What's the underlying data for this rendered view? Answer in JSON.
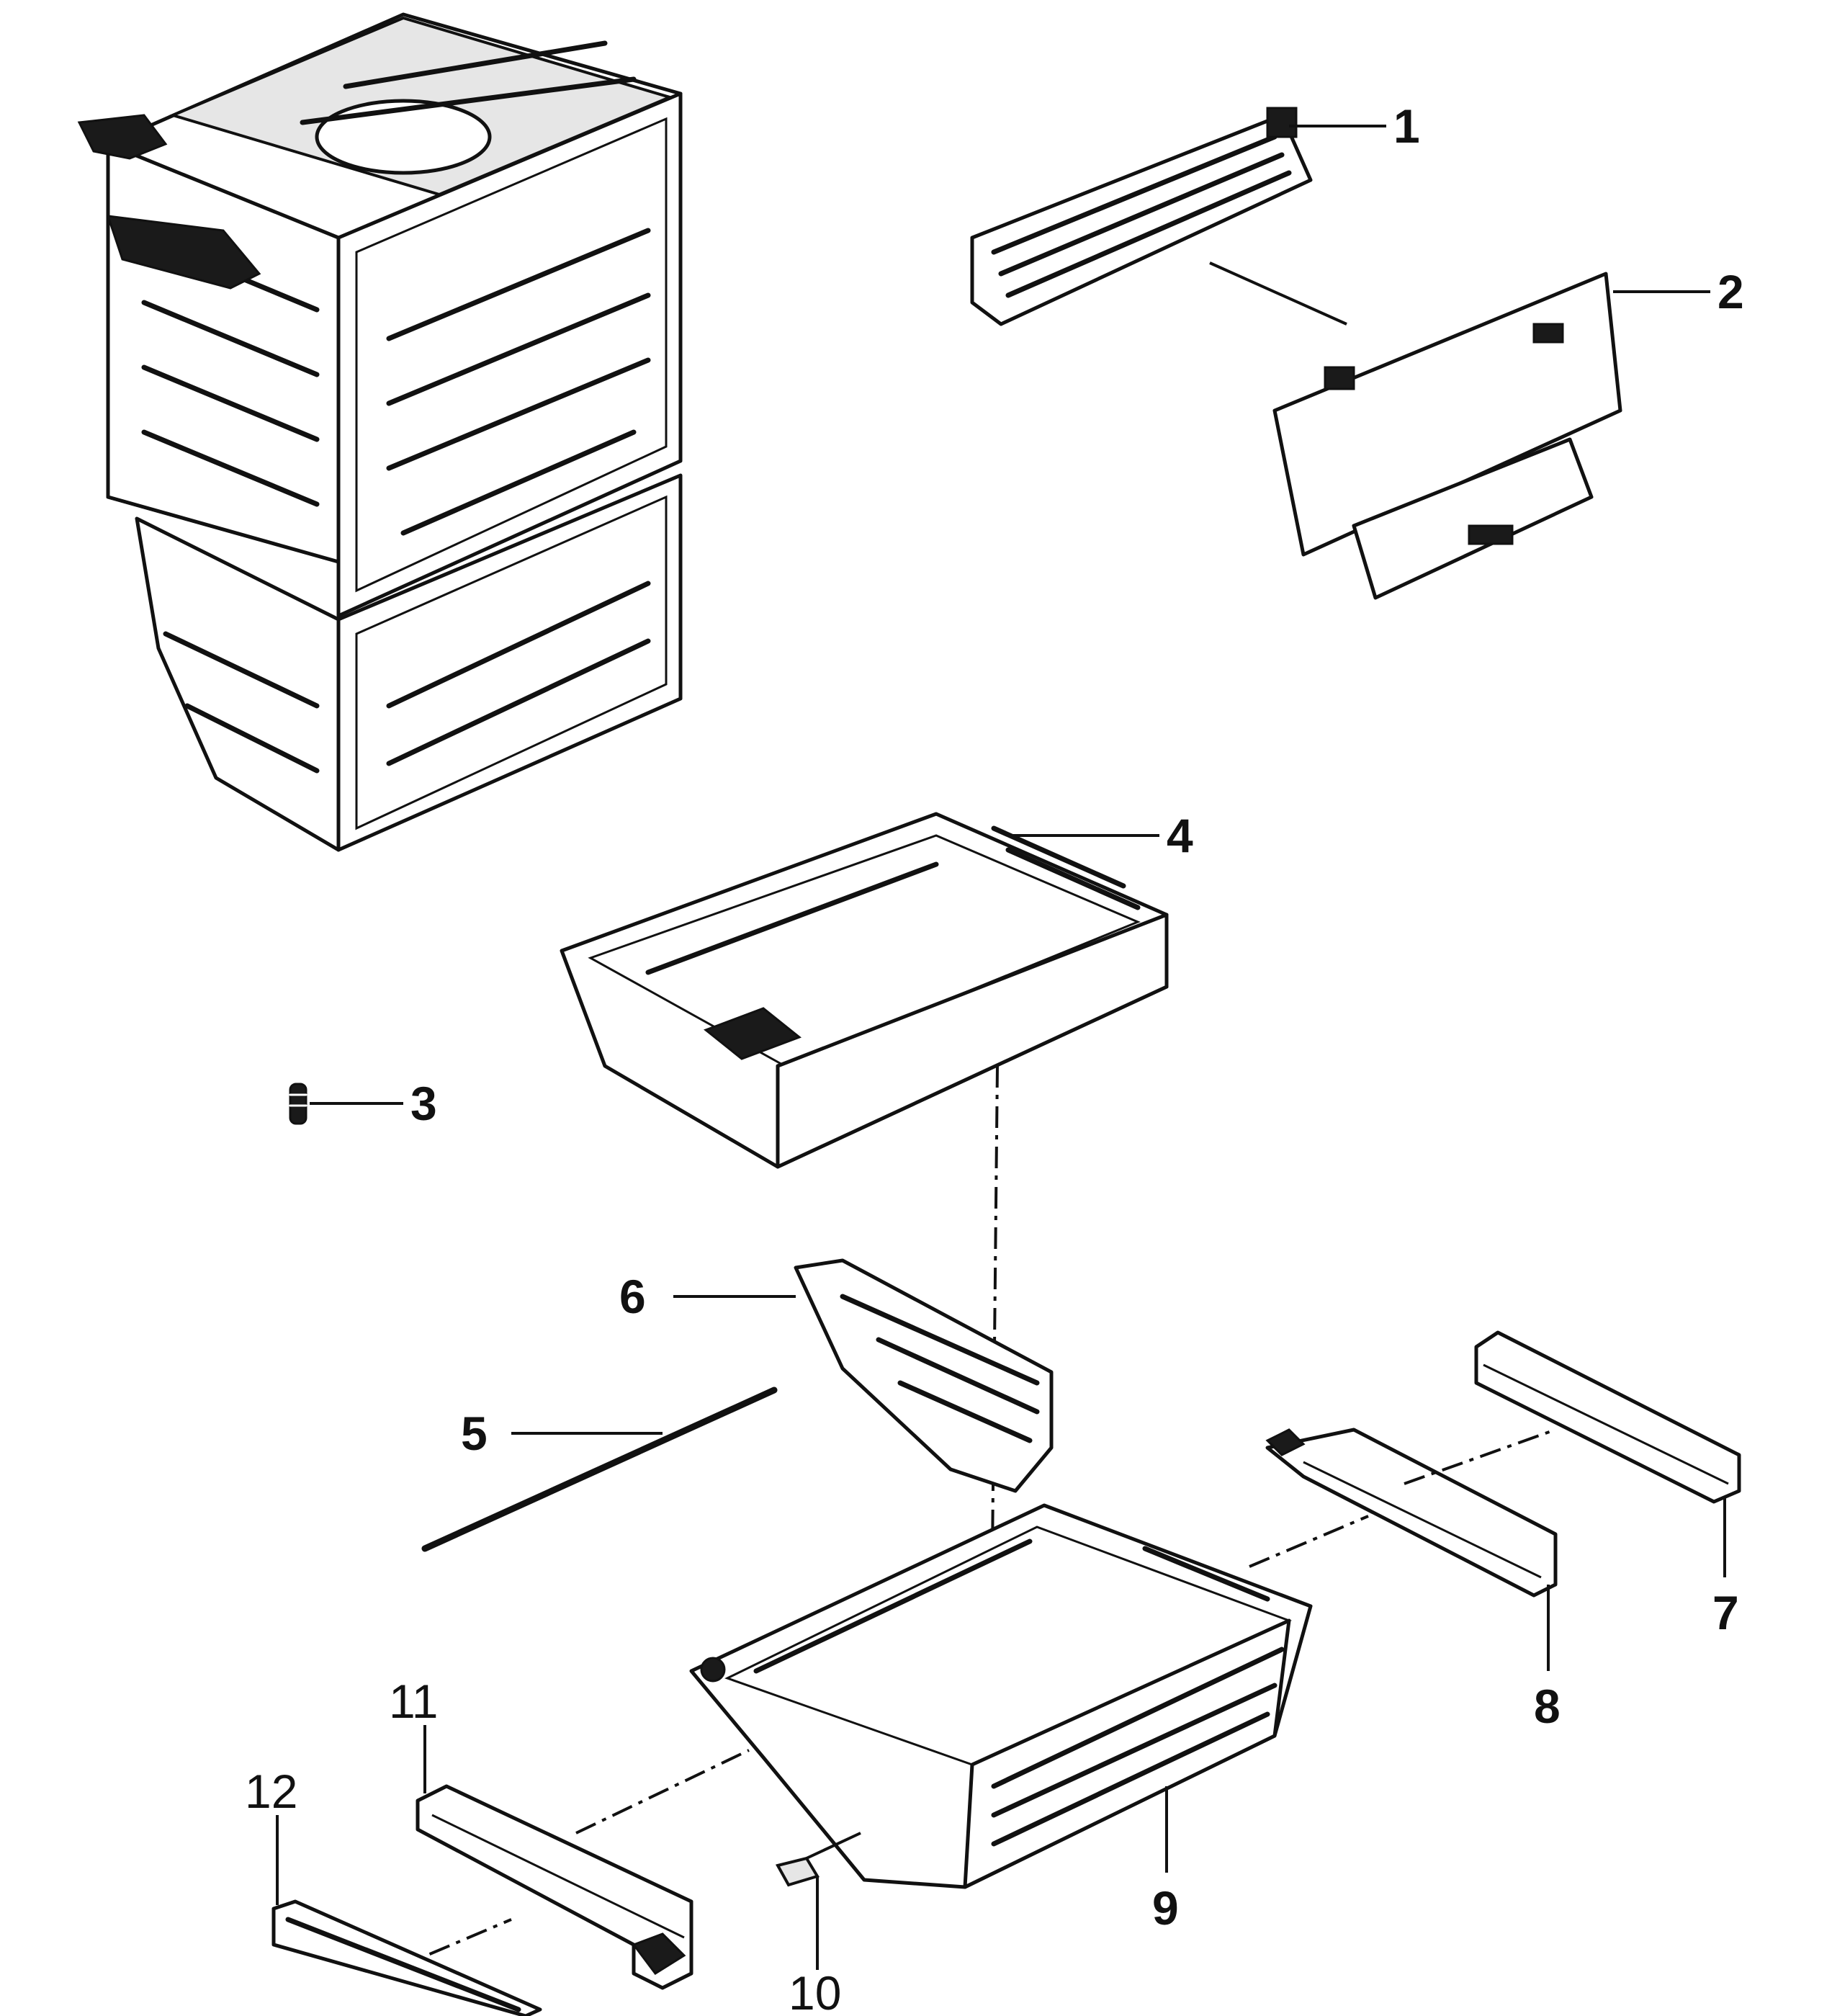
{
  "parts": [
    {
      "number": "1"
    },
    {
      "number": "2"
    },
    {
      "number": "3"
    },
    {
      "number": "4"
    },
    {
      "number": "5"
    },
    {
      "number": "6"
    },
    {
      "number": "7"
    },
    {
      "number": "8"
    },
    {
      "number": "9"
    },
    {
      "number": "10"
    },
    {
      "number": "11"
    },
    {
      "number": "12"
    }
  ]
}
